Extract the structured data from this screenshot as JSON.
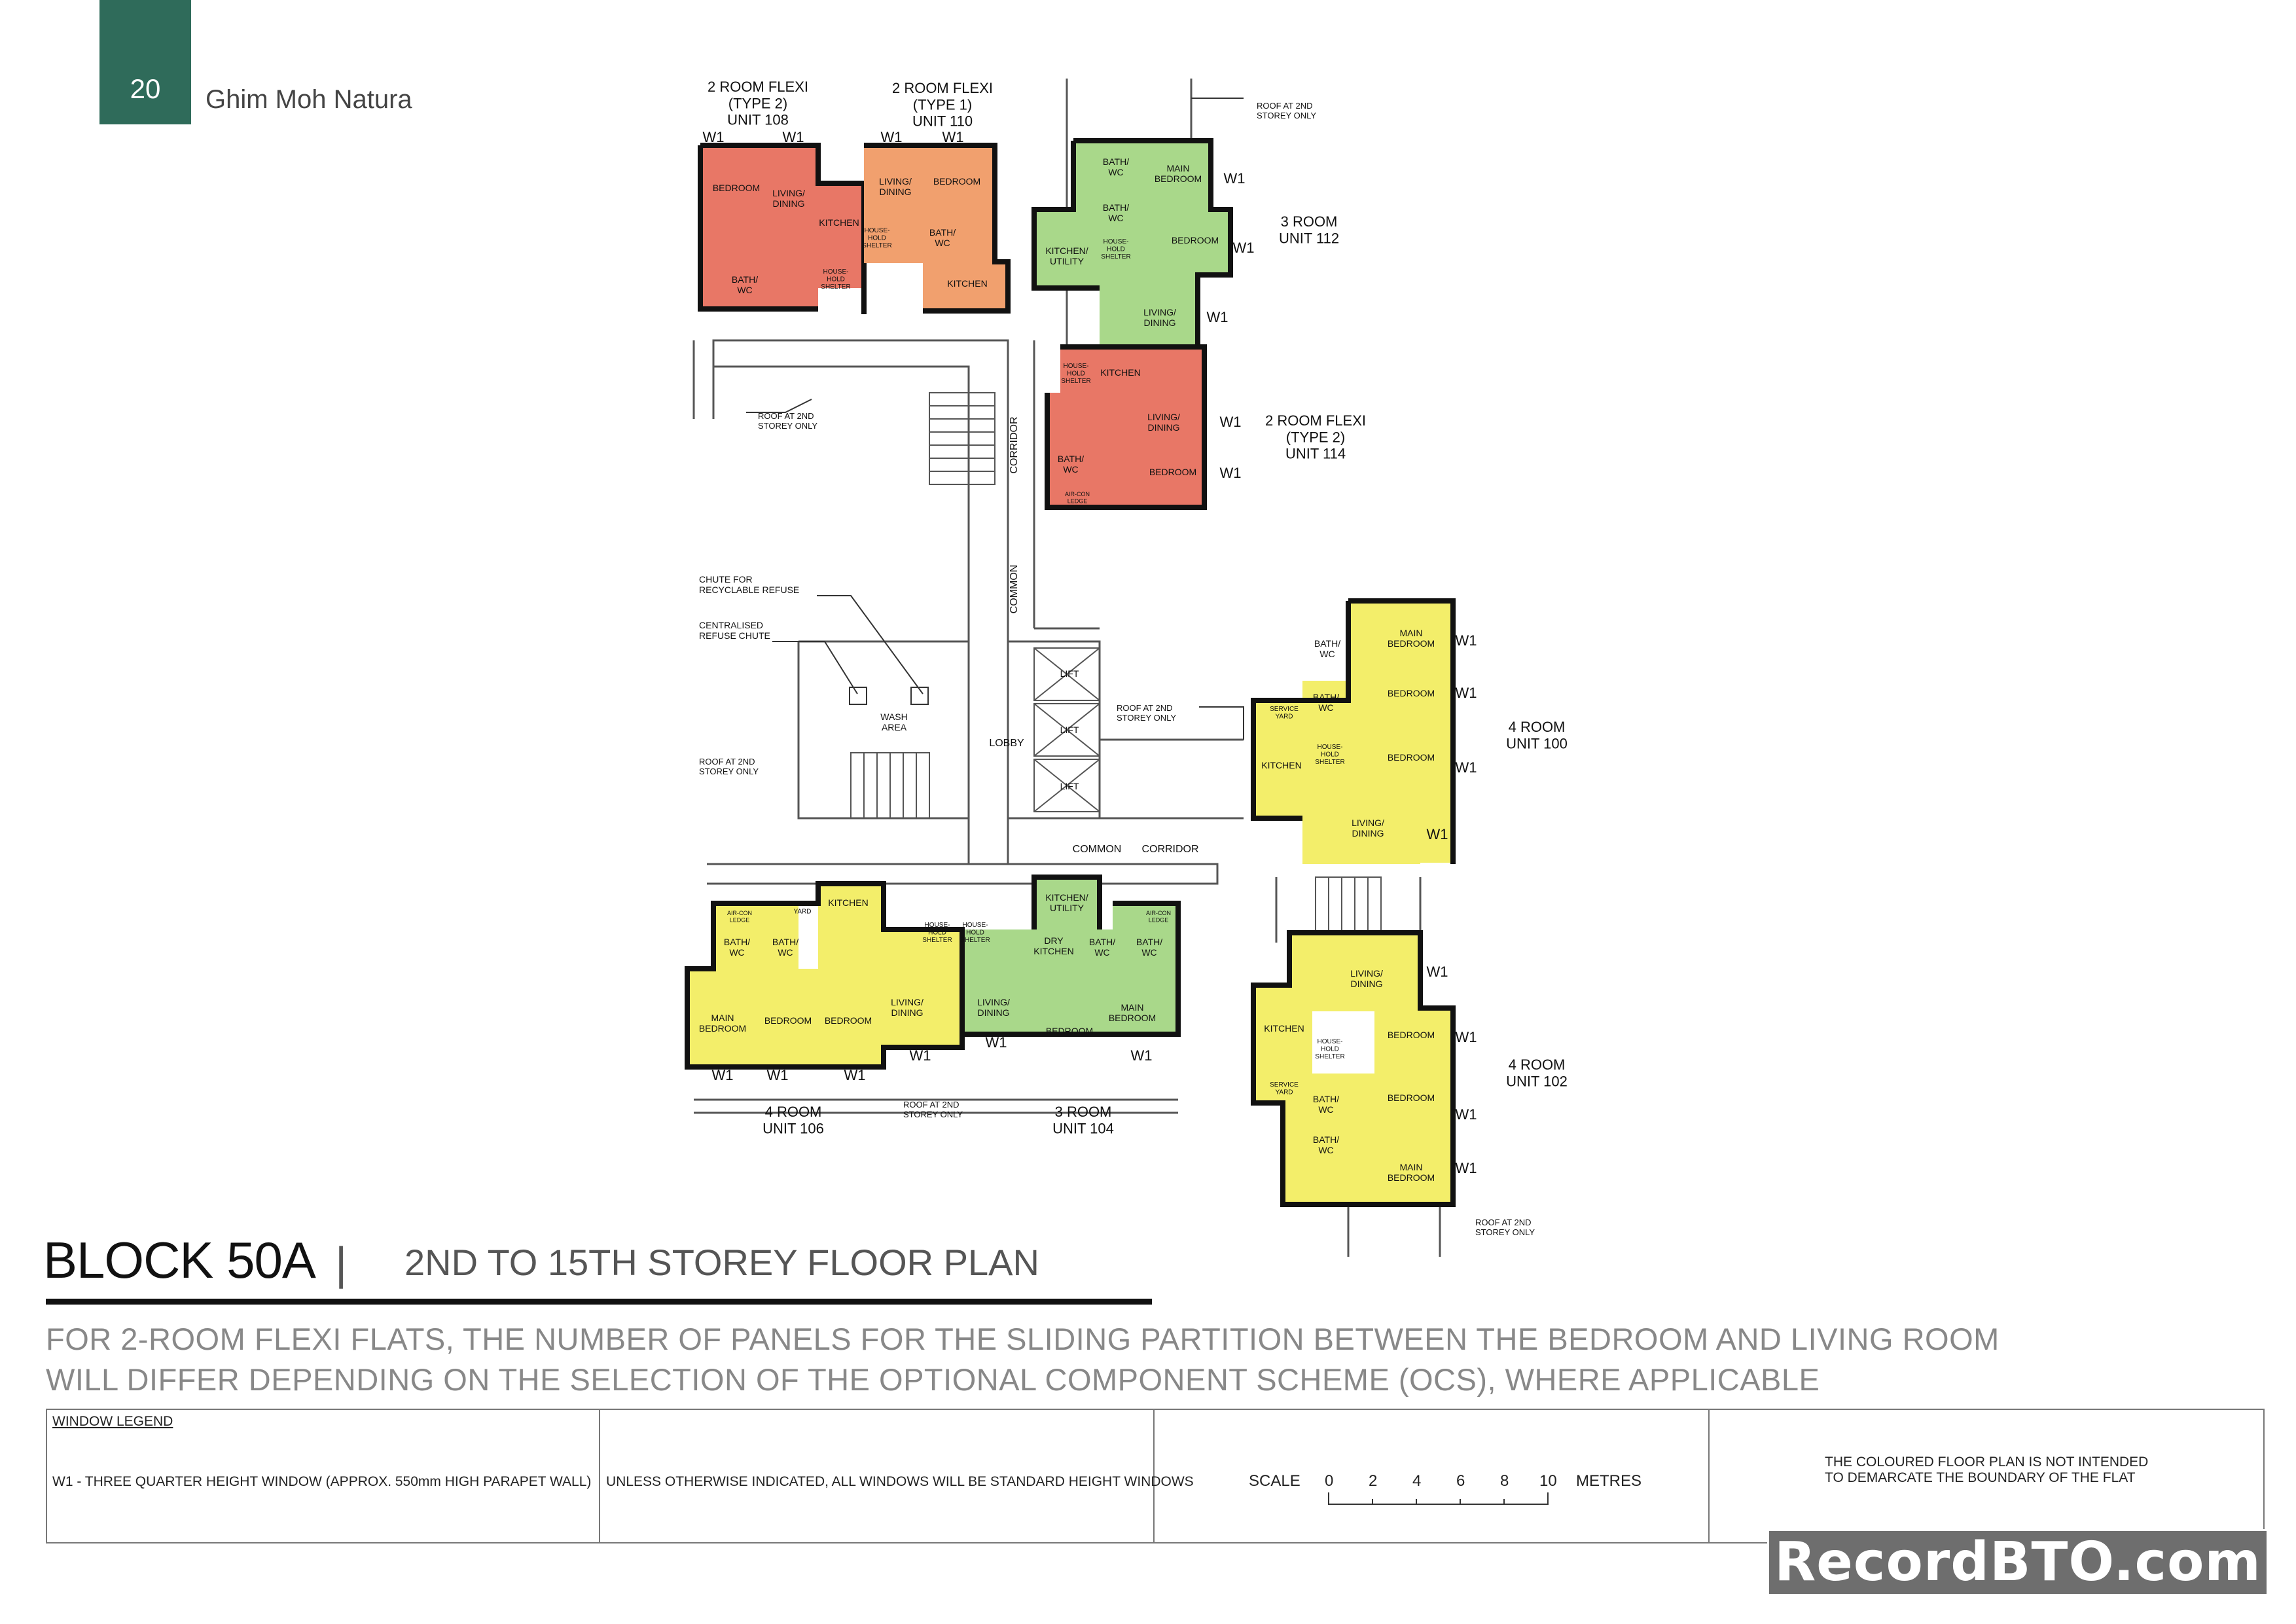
{
  "header": {
    "page_number": "20",
    "project_name": "Ghim Moh Natura"
  },
  "colors": {
    "two_room_type2": "#e87766",
    "two_room_type1": "#f1a06e",
    "three_room": "#a9d88a",
    "four_room": "#f3ee6a",
    "brand": "#2f6b5a"
  },
  "units": [
    {
      "id": "unit-108",
      "lines": [
        "2 ROOM FLEXI",
        "(TYPE 2)",
        "UNIT 108"
      ]
    },
    {
      "id": "unit-110",
      "lines": [
        "2 ROOM FLEXI",
        "(TYPE 1)",
        "UNIT 110"
      ]
    },
    {
      "id": "unit-112",
      "lines": [
        "3 ROOM",
        "UNIT 112"
      ]
    },
    {
      "id": "unit-114",
      "lines": [
        "2 ROOM FLEXI",
        "(TYPE 2)",
        "UNIT 114"
      ]
    },
    {
      "id": "unit-100",
      "lines": [
        "4 ROOM",
        "UNIT 100"
      ]
    },
    {
      "id": "unit-102",
      "lines": [
        "4 ROOM",
        "UNIT 102"
      ]
    },
    {
      "id": "unit-106",
      "lines": [
        "4 ROOM",
        "UNIT 106"
      ]
    },
    {
      "id": "unit-104",
      "lines": [
        "3 ROOM",
        "UNIT 104"
      ]
    }
  ],
  "rooms": {
    "bedroom": "BEDROOM",
    "main_bedroom": [
      "MAIN",
      "BEDROOM"
    ],
    "living_dining": [
      "LIVING/",
      "DINING"
    ],
    "kitchen": "KITCHEN",
    "kitchen_utility": [
      "KITCHEN/",
      "UTILITY"
    ],
    "dry_kitchen": [
      "DRY",
      "KITCHEN"
    ],
    "bath_wc": [
      "BATH/",
      "WC"
    ],
    "household_shelter": [
      "HOUSE-",
      "HOLD",
      "SHELTER"
    ],
    "aircon_ledge": [
      "AIR-CON",
      "LEDGE"
    ],
    "service_yard": [
      "SERVICE",
      "YARD"
    ]
  },
  "window_tag": "W1",
  "annotations": {
    "roof_2nd": [
      "ROOF AT 2ND",
      "STOREY ONLY"
    ],
    "chute_recyclable": [
      "CHUTE FOR",
      "RECYCLABLE REFUSE"
    ],
    "centralised_chute": [
      "CENTRALISED",
      "REFUSE CHUTE"
    ],
    "wash_area": [
      "WASH",
      "AREA"
    ],
    "lift": "LIFT",
    "lobby": "LOBBY",
    "common": "COMMON",
    "corridor": "CORRIDOR"
  },
  "block_title": "BLOCK 50A",
  "separator": "|",
  "subtitle": "2ND TO 15TH  STOREY FLOOR PLAN",
  "notes": [
    "FOR 2-ROOM FLEXI FLATS, THE NUMBER OF PANELS FOR THE SLIDING PARTITION BETWEEN THE BEDROOM AND LIVING ROOM",
    "WILL DIFFER DEPENDING ON THE SELECTION OF THE OPTIONAL COMPONENT SCHEME (OCS), WHERE APPLICABLE"
  ],
  "legend": {
    "heading": "WINDOW LEGEND",
    "w1": "W1 - THREE QUARTER HEIGHT WINDOW (APPROX. 550mm HIGH PARAPET WALL)",
    "standard": "UNLESS OTHERWISE INDICATED, ALL WINDOWS WILL BE STANDARD HEIGHT WINDOWS",
    "scale_label": "SCALE",
    "scale_ticks": [
      "0",
      "2",
      "4",
      "6",
      "8",
      "10"
    ],
    "scale_unit": "METRES",
    "disclaimer": [
      "THE COLOURED FLOOR PLAN IS NOT INTENDED",
      "TO DEMARCATE THE BOUNDARY OF THE FLAT"
    ]
  },
  "watermark": "RecordBTO.com"
}
